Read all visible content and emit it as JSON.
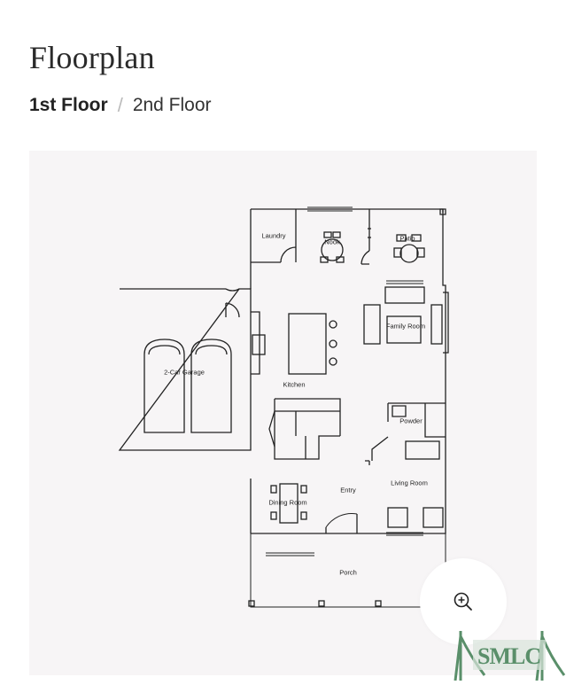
{
  "page": {
    "title": "Floorplan"
  },
  "floor_tabs": {
    "active": "1st Floor",
    "separator": "/",
    "inactive": "2nd Floor"
  },
  "rooms": {
    "laundry": "Laundry",
    "nook": "Nook",
    "patio": "Patio",
    "family_room": "Family Room",
    "garage": "2-Car Garage",
    "kitchen": "Kitchen",
    "powder": "Powder",
    "living_room": "Living Room",
    "entry": "Entry",
    "dining_room": "Dining Room",
    "porch": "Porch"
  },
  "zoom": {
    "icon": "zoom-in-icon"
  },
  "logo": {
    "text": "SMLC",
    "icon": "bridge-logo",
    "color": "#5a8f6a"
  }
}
